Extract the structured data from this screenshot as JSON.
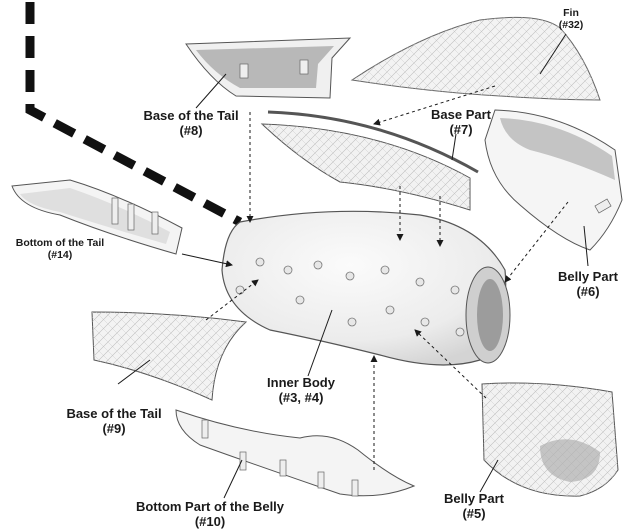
{
  "labels": {
    "fin": {
      "name": "Fin",
      "num": "(#32)"
    },
    "base_part": {
      "name": "Base Part",
      "num": "(#7)"
    },
    "base_tail_8": {
      "name": "Base of the Tail",
      "num": "(#8)"
    },
    "bottom_tail": {
      "name": "Bottom of the Tail",
      "num": "(#14)"
    },
    "belly_part_6": {
      "name": "Belly Part",
      "num": "(#6)"
    },
    "inner_body": {
      "name": "Inner Body",
      "num": "(#3, #4)"
    },
    "base_tail_9": {
      "name": "Base of the Tail",
      "num": "(#9)"
    },
    "bottom_belly": {
      "name": "Bottom Part of the Belly",
      "num": "(#10)"
    },
    "belly_part_5": {
      "name": "Belly Part",
      "num": "(#5)"
    }
  },
  "colors": {
    "ink": "#1a1a1a",
    "part_fill": "#f3f3f3",
    "part_shade": "#d2d2d2",
    "texture": "#bdbdbd"
  }
}
